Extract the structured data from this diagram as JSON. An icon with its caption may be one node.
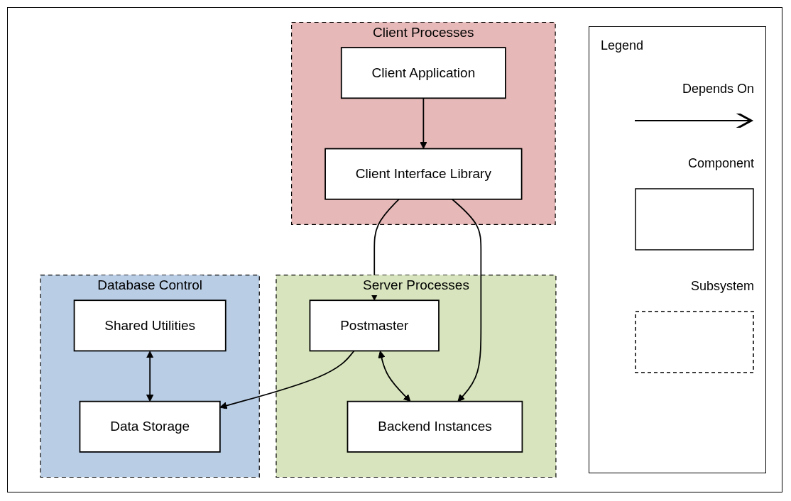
{
  "diagram": {
    "nodes": [
      {
        "text": [
          "Client Processes"
        ]
      },
      {
        "text": [
          "Client Application"
        ],
        "in": 0
      },
      {
        "text": [
          "Client Interface Library"
        ],
        "in": 0
      },
      {
        "text": [
          "Server Processes"
        ]
      },
      {
        "text": [
          "Postmaster"
        ],
        "in": 3
      },
      {
        "text": [
          "Backend Instances"
        ],
        "in": 3
      },
      {
        "text": [
          "Database Control"
        ]
      },
      {
        "text": [
          "Shared Utilities"
        ],
        "in": 6
      },
      {
        "text": [
          "Data Storage"
        ],
        "in": 6
      }
    ],
    "edges": [
      {
        "from": 1,
        "to": 2,
        "arrow": "to"
      },
      {
        "from": 2,
        "to": 4,
        "arrow": "to"
      },
      {
        "from": 2,
        "to": 5,
        "arrow": "to"
      },
      {
        "from": 4,
        "to": 5,
        "arrow": "both"
      },
      {
        "from": 4,
        "to": 8,
        "arrow": "to"
      },
      {
        "from": 7,
        "to": 8,
        "arrow": "both"
      }
    ],
    "labels": [
      "Legend"
    ],
    "legend": [
      {
        "text": "Depends On"
      },
      {
        "text": "Component"
      },
      {
        "text": "Subsystem"
      }
    ]
  }
}
